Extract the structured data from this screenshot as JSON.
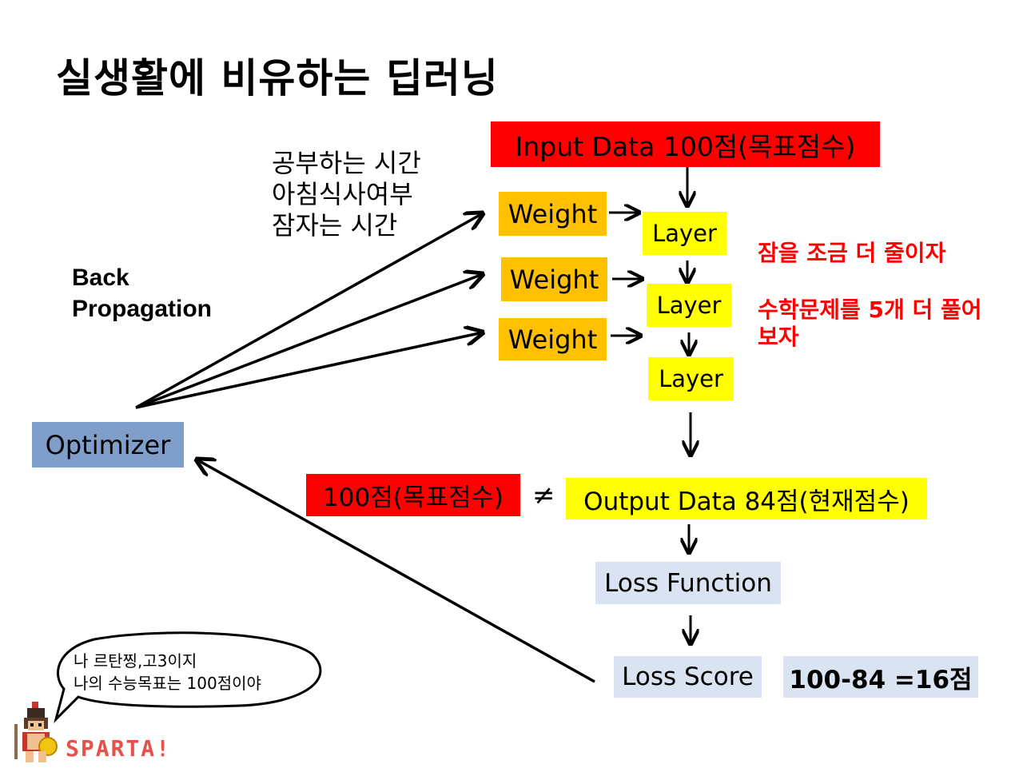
{
  "title": "실생활에 비유하는 딥러닝",
  "input_box": "Input Data 100점(목표점수)",
  "notes": [
    "공부하는 시간",
    "아침식사여부",
    "잠자는 시간"
  ],
  "weights": [
    "Weight",
    "Weight",
    "Weight"
  ],
  "layers": [
    "Layer",
    "Layer",
    "Layer"
  ],
  "back_propagation": [
    "Back",
    "Propagation"
  ],
  "optimizer": "Optimizer",
  "target_box": "100점(목표점수)",
  "not_equal": "≠",
  "output_box": "Output Data 84점(현재점수)",
  "loss_function": "Loss Function",
  "loss_score": "Loss Score",
  "score_calc": "100-84 =16점",
  "advice": [
    "잠을 조금 더 줄이자",
    "수학문제를 5개 더 풀어",
    "보자"
  ],
  "speech": [
    "나 르탄찡,고3이지",
    "나의 수능목표는 100점이야"
  ],
  "brand": "SPARTA!",
  "colors": {
    "input_red": "#ff0000",
    "weight_orange": "#ffc000",
    "layer_yellow": "#ffff00",
    "optimizer_blue": "#7f9fca",
    "loss_pale": "#dae3f1",
    "advice_red": "#ff0000",
    "brand_red": "#e8504a"
  },
  "mascot_icon": "spartan-warrior-icon"
}
